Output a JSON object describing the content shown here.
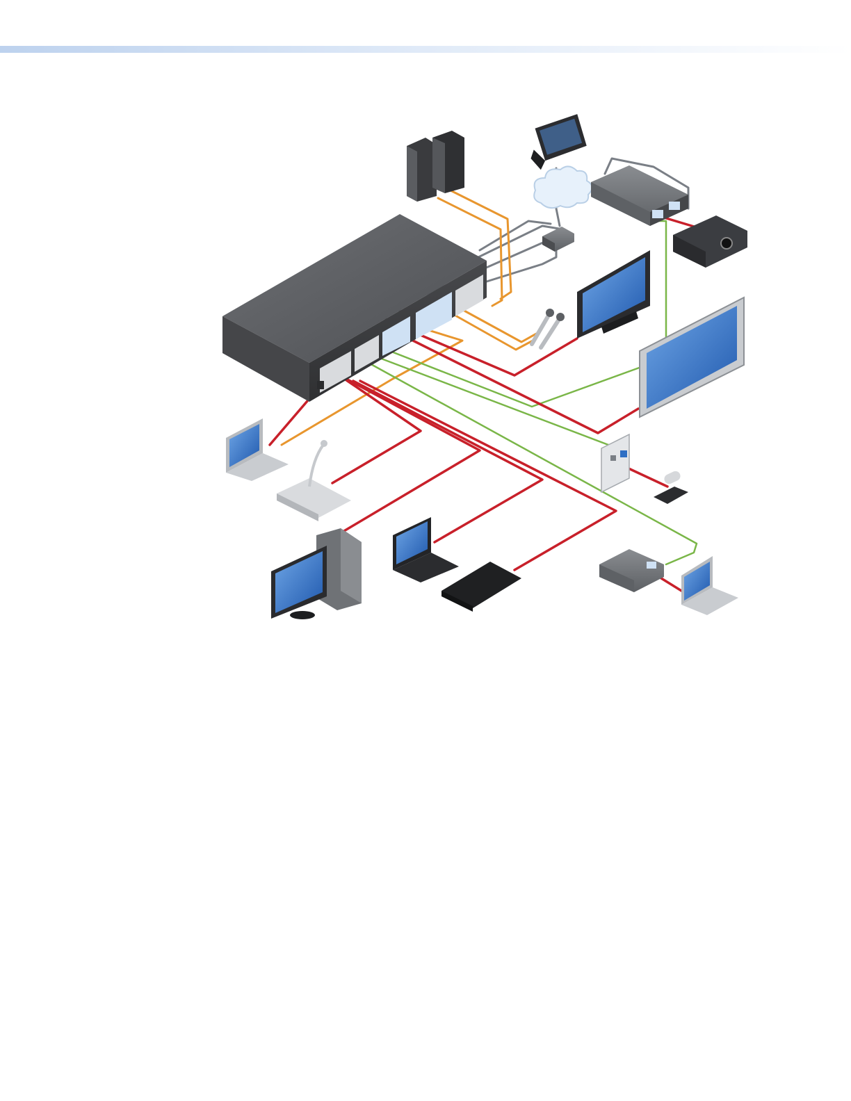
{
  "page": {
    "header_bar": {
      "gradient_start": "#bdd2ee",
      "gradient_end": "#ffffff"
    }
  },
  "diagram": {
    "colors": {
      "hdmi_cable": "#c8202a",
      "audio_cable": "#e8962e",
      "network_cable": "#7ab648",
      "control_cable": "#7a7f86",
      "chassis": "#5a5c60",
      "screen": "#2f6fc4"
    },
    "devices": [
      {
        "id": "main-switcher",
        "icon": "rack-switcher-icon"
      },
      {
        "id": "speakers",
        "icon": "speaker-icon"
      },
      {
        "id": "touch-panel",
        "icon": "touch-panel-icon"
      },
      {
        "id": "network-cloud",
        "icon": "cloud-icon"
      },
      {
        "id": "network-switch",
        "icon": "network-switch-icon"
      },
      {
        "id": "receiver-top",
        "icon": "receiver-icon"
      },
      {
        "id": "projector",
        "icon": "projector-icon"
      },
      {
        "id": "flat-panel-display",
        "icon": "monitor-icon"
      },
      {
        "id": "large-display",
        "icon": "display-icon"
      },
      {
        "id": "handheld-mics",
        "icon": "microphone-icon"
      },
      {
        "id": "wall-plate",
        "icon": "wall-plate-icon"
      },
      {
        "id": "document-camera",
        "icon": "camera-icon"
      },
      {
        "id": "laptop-left",
        "icon": "laptop-icon"
      },
      {
        "id": "gooseneck-mic",
        "icon": "gooseneck-mic-icon"
      },
      {
        "id": "desktop-pc",
        "icon": "pc-tower-icon"
      },
      {
        "id": "laptop-center",
        "icon": "laptop-icon"
      },
      {
        "id": "media-player",
        "icon": "media-player-icon"
      },
      {
        "id": "transmitter-bottom",
        "icon": "transmitter-icon"
      },
      {
        "id": "laptop-right",
        "icon": "laptop-icon"
      }
    ]
  }
}
